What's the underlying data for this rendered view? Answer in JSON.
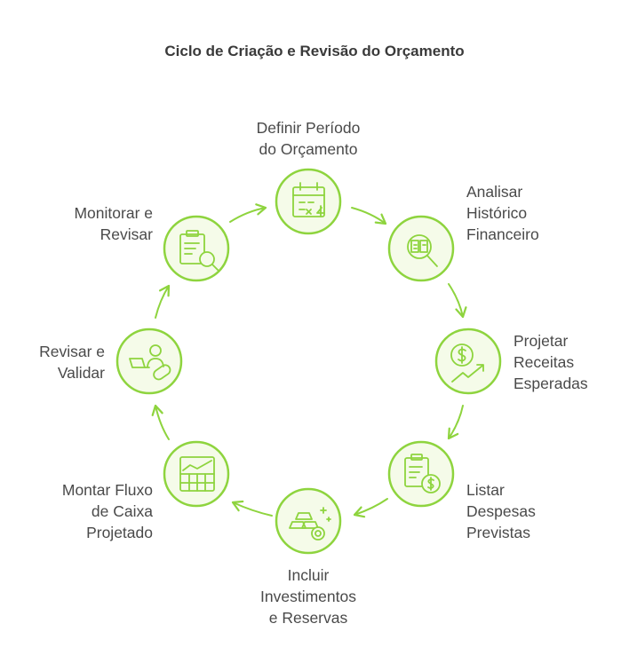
{
  "title": "Ciclo de Criação e Revisão do Orçamento",
  "colors": {
    "accent": "#8ed43e",
    "fill": "#f5fbe9",
    "text": "#4a4a4a",
    "title": "#3a3a3a"
  },
  "steps": [
    {
      "lines": [
        "Definir Período",
        "do Orçamento"
      ],
      "icon": "calendar-icon"
    },
    {
      "lines": [
        "Analisar",
        "Histórico",
        "Financeiro"
      ],
      "icon": "book-search-icon"
    },
    {
      "lines": [
        "Projetar",
        "Receitas",
        "Esperadas"
      ],
      "icon": "revenue-growth-icon"
    },
    {
      "lines": [
        "Listar",
        "Despesas",
        "Previstas"
      ],
      "icon": "expense-list-icon"
    },
    {
      "lines": [
        "Incluir",
        "Investimentos",
        "e Reservas"
      ],
      "icon": "gold-bars-icon"
    },
    {
      "lines": [
        "Montar Fluxo",
        "de Caixa",
        "Projetado"
      ],
      "icon": "cash-flow-chart-icon"
    },
    {
      "lines": [
        "Revisar e",
        "Validar"
      ],
      "icon": "person-validate-icon"
    },
    {
      "lines": [
        "Monitorar e",
        "Revisar"
      ],
      "icon": "document-search-icon"
    }
  ]
}
